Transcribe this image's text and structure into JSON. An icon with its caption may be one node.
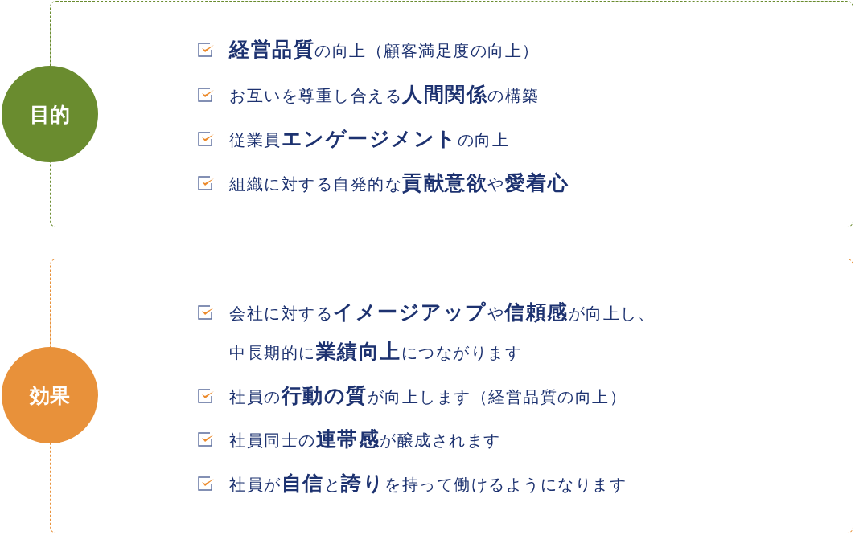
{
  "diagram": {
    "nodes": [
      {
        "text": [
          "**経営品質**の向上（顧客満足度の向上）",
          "お互いを尊重し合える**人間関係**の構築",
          "従業員**エンゲージメント**の向上",
          "組織に対する自発的な**貢献意欲**や**愛着心**"
        ]
      },
      {
        "text": [
          "目的"
        ]
      },
      {
        "text": [
          "会社に対する**イメージアップ**や**信頼感**が向上し、中長期的に**業績向上**につながります",
          "社員の**行動の質**が向上します（経営品質の向上）",
          "社員同士の**連帯感**が醸成されます",
          "社員が**自信**と**誇り**を持って働けるようになります"
        ]
      },
      {
        "text": [
          "効果"
        ]
      }
    ]
  }
}
